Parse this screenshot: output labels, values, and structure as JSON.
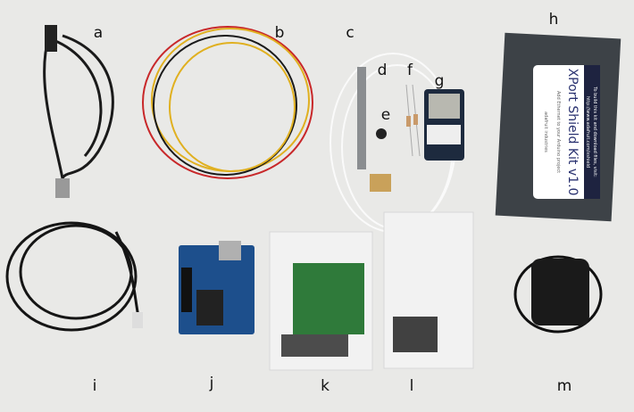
{
  "labels": {
    "a": "a",
    "b": "b",
    "c": "c",
    "d": "d",
    "e": "e",
    "f": "f",
    "g": "g",
    "h": "h",
    "i": "i",
    "j": "j",
    "k": "k",
    "l": "l",
    "m": "m"
  },
  "kit_bag": {
    "brand": "adafruit industries",
    "title": "XPort Shield Kit v1.0",
    "subtitle": "Add Ethernet to your Arduino project",
    "instructions": "To build this kit and download files, visit:",
    "url": "http://www.adafruit.com/xshield"
  },
  "colors": {
    "background": "#e9e9e7",
    "cable": "#1a1a1a",
    "wire_red": "#c8282a",
    "wire_yellow": "#e0b020",
    "arduino_blue": "#1d4f8c",
    "protoboard_green": "#2f7a3a",
    "bag_dark": "#3d4247"
  }
}
